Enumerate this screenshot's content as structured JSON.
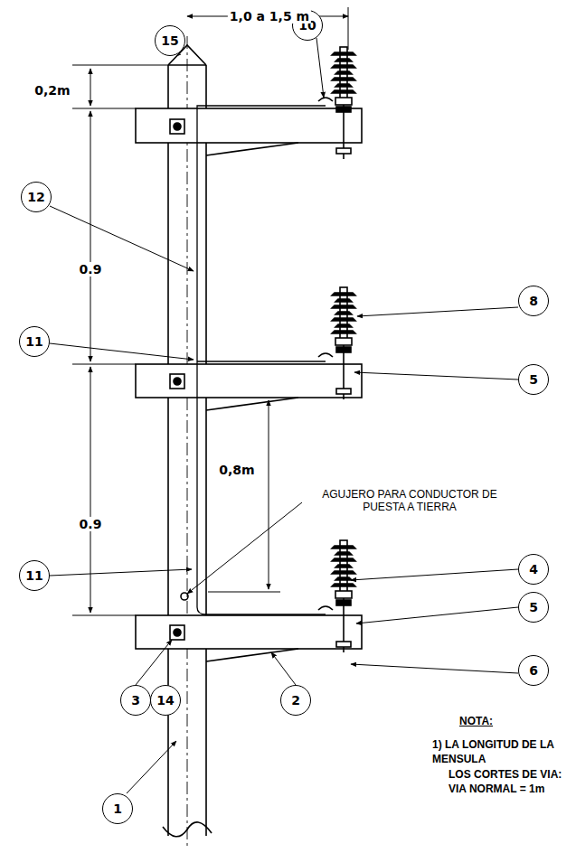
{
  "diagram": {
    "nodes": [
      {
        "text": [
          "15"
        ]
      },
      {
        "text": [
          "10"
        ]
      },
      {
        "text": [
          "12"
        ]
      },
      {
        "text": [
          "8"
        ]
      },
      {
        "text": [
          "11"
        ]
      },
      {
        "text": [
          "5"
        ]
      },
      {
        "text": [
          "11"
        ]
      },
      {
        "text": [
          "4"
        ]
      },
      {
        "text": [
          "5"
        ]
      },
      {
        "text": [
          "3"
        ]
      },
      {
        "text": [
          "14"
        ]
      },
      {
        "text": [
          "2"
        ]
      },
      {
        "text": [
          "6"
        ]
      },
      {
        "text": [
          "1"
        ]
      }
    ],
    "labels": [
      "1,0 a 1,5 m",
      "0,2m",
      "0.9",
      "0.9",
      "0,8m",
      "AGUJERO PARA CONDUCTOR DE PUESTA A TIERRA",
      "NOTA:",
      "1) LA LONGITUD DE LA MENSULA",
      "LOS CORTES DE VIA:",
      "VIA NORMAL = 1m"
    ]
  }
}
